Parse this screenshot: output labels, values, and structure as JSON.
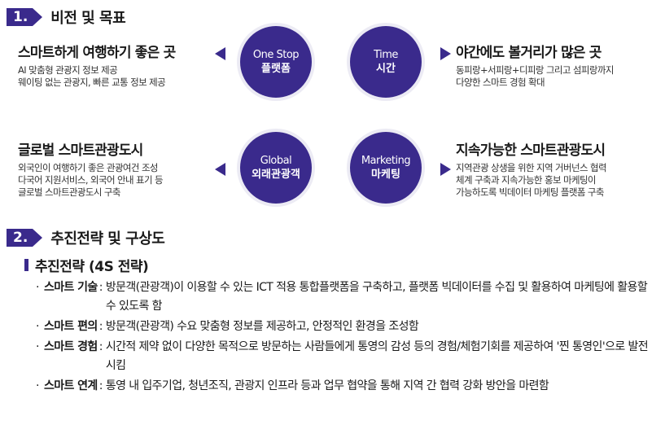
{
  "section1": {
    "num": "1.",
    "title": "비전 및 목표"
  },
  "circles": [
    {
      "en": "One Stop",
      "ko": "플랫폼"
    },
    {
      "en": "Time",
      "ko": "시간"
    },
    {
      "en": "Global",
      "ko": "외래관광객"
    },
    {
      "en": "Marketing",
      "ko": "마케팅"
    }
  ],
  "blocks": {
    "tl": {
      "title": "스마트하게 여행하기 좋은 곳",
      "lines": [
        "AI 맞춤형 관광지 정보 제공",
        "웨이팅 없는 관광지, 빠른 교통 정보 제공"
      ]
    },
    "tr": {
      "title": "야간에도 볼거리가 많은 곳",
      "lines": [
        "동피랑+서피랑+디피랑 그리고 섬피랑까지",
        "다양한 스마트 경험 확대"
      ]
    },
    "bl": {
      "title": "글로벌 스마트관광도시",
      "lines": [
        "외국인이 여행하기 좋은 관광여건 조성",
        "다국어 지원서비스, 외국어 안내 표기 등",
        "글로벌 스마트관광도시 구축"
      ]
    },
    "br": {
      "title": "지속가능한 스마트관광도시",
      "lines": [
        "지역관광 상생을 위한 지역 거버넌스 협력",
        "체계 구축과 지속가능한 홍보 마케팅이",
        "가능하도록 빅데이터 마케팅 플랫폼 구축"
      ]
    }
  },
  "section2": {
    "num": "2.",
    "title": "추진전략 및 구상도"
  },
  "strategy": {
    "title": "추진전략 (4S 전략)",
    "items": [
      {
        "label": "스마트 기술",
        "desc": "방문객(관광객)이 이용할 수 있는 ICT 적용 통합플랫폼을 구축하고, 플랫폼 빅데이터를 수집 및 활용하여 마케팅에 활용할 수 있도록 함"
      },
      {
        "label": "스마트 편의",
        "desc": "방문객(관광객) 수요 맞춤형 정보를 제공하고, 안정적인 환경을 조성함"
      },
      {
        "label": "스마트 경험",
        "desc": "시간적 제약 없이 다양한 목적으로 방문하는 사람들에게 통영의 감성 등의 경험/체험기회를 제공하여 '찐 통영인'으로 발전시킴"
      },
      {
        "label": "스마트 연계",
        "desc": "통영 내 입주기업, 청년조직, 관광지 인프라 등과 업무 협약을 통해 지역 간 협력 강화 방안을 마련함"
      }
    ]
  },
  "colors": {
    "accent": "#3a2a8c"
  }
}
